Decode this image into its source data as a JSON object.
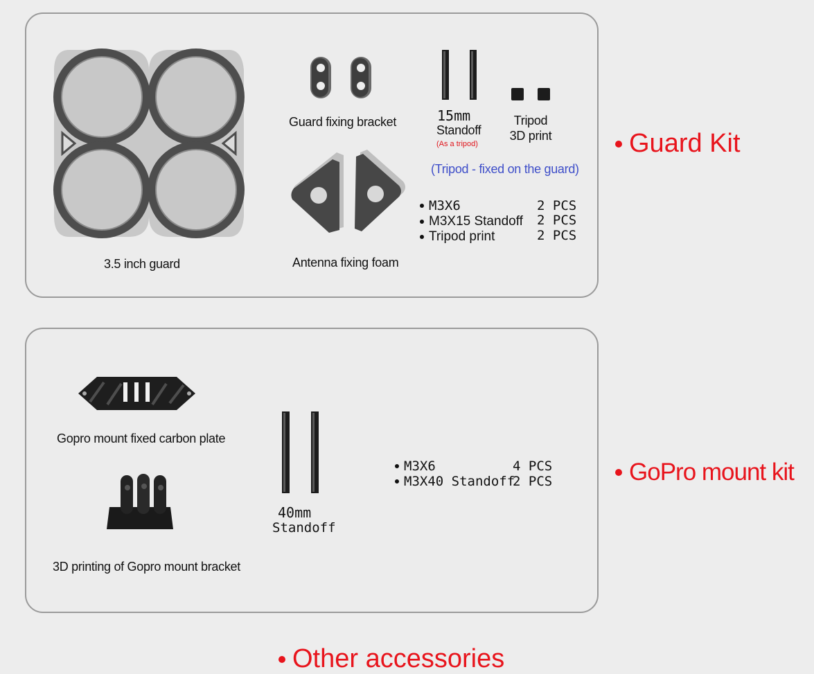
{
  "guard_kit": {
    "title": "Guard Kit",
    "items": {
      "guard": "3.5 inch guard",
      "bracket": "Guard fixing bracket",
      "foam": "Antenna fixing foam",
      "standoff_size": "15mm",
      "standoff_label": "Standoff",
      "standoff_note": "(As a tripod)",
      "tripod_line1": "Tripod",
      "tripod_line2": "3D print"
    },
    "note": "(Tripod - fixed on the guard)",
    "specs": [
      {
        "name": "M3X6",
        "qty": "2 PCS"
      },
      {
        "name": "M3X15 Standoff",
        "qty": "2 PCS"
      },
      {
        "name": "Tripod print",
        "qty": "2 PCS"
      }
    ]
  },
  "gopro_kit": {
    "title": "GoPro mount kit",
    "items": {
      "plate": "Gopro mount fixed carbon plate",
      "bracket": "3D printing of Gopro mount bracket",
      "standoff_size": "40mm",
      "standoff_label": "Standoff"
    },
    "specs": [
      {
        "name": "M3X6",
        "qty": "4 PCS"
      },
      {
        "name": "M3X40 Standoff",
        "qty": "2 PCS"
      }
    ]
  },
  "other": {
    "title": "Other accessories"
  },
  "colors": {
    "accent_red": "#e8141c",
    "note_blue": "#3f4fc9",
    "panel_border": "#9a9a9a"
  }
}
